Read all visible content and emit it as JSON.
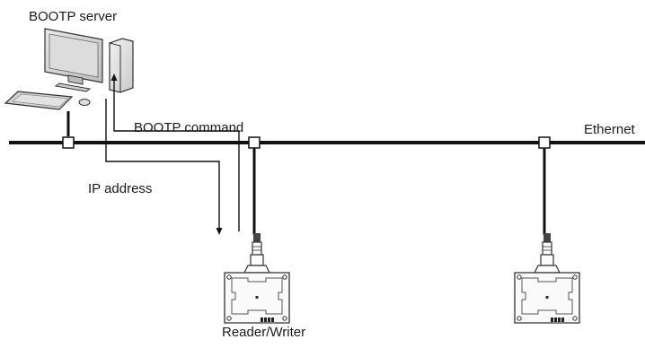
{
  "labels": {
    "server": "BOOTP server",
    "command": "BOOTP command",
    "ip_address": "IP address",
    "network": "Ethernet",
    "reader_writer": "Reader/Writer"
  }
}
